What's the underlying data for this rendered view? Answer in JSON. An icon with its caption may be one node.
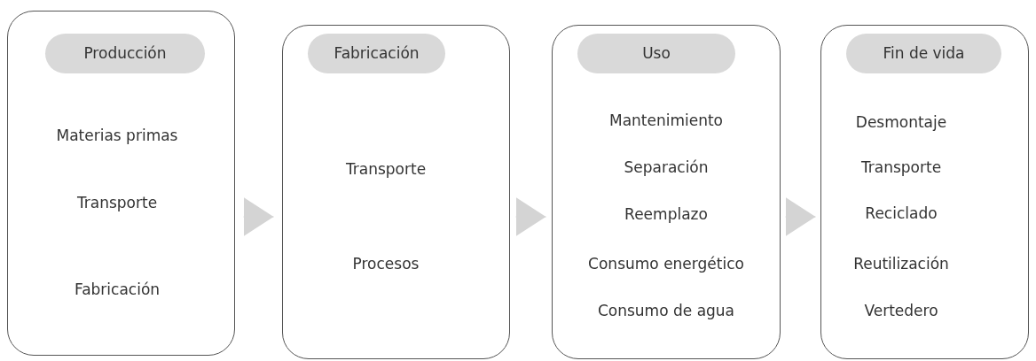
{
  "diagram": {
    "nodes": [
      {
        "text": [
          "Materias primas",
          "Transporte",
          "Fabricación"
        ]
      },
      {
        "text": [
          "Producción"
        ],
        "in": 0
      },
      {
        "text": [
          "Transporte",
          "Procesos"
        ]
      },
      {
        "text": [
          "Fabricación"
        ],
        "in": 2
      },
      {
        "text": [
          "Mantenimiento",
          "Separación",
          "Reemplazo",
          "Consumo energético",
          "Consumo de agua"
        ]
      },
      {
        "text": [
          "Uso"
        ],
        "in": 4
      },
      {
        "text": [
          "Desmontaje",
          "Transporte",
          "Reciclado",
          "Reutilización",
          "Vertedero"
        ]
      },
      {
        "text": [
          "Fin de vida"
        ],
        "in": 6
      }
    ],
    "edges": [
      {
        "from": 0,
        "to": 2,
        "arrow": "to"
      },
      {
        "from": 2,
        "to": 4,
        "arrow": "to"
      },
      {
        "from": 4,
        "to": 6,
        "arrow": "to"
      }
    ]
  }
}
